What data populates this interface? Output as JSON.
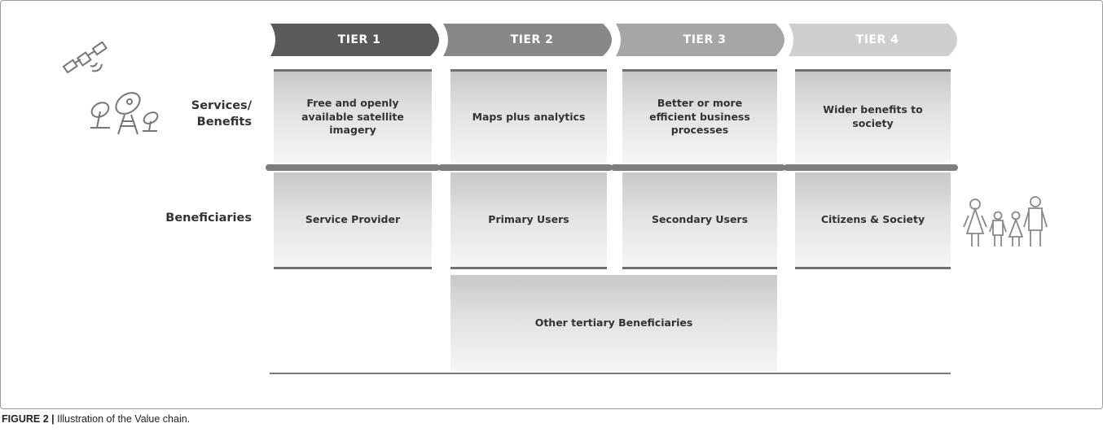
{
  "tiers": [
    "TIER 1",
    "TIER 2",
    "TIER 3",
    "TIER 4"
  ],
  "tier_colors": [
    "#5a5a5a",
    "#888888",
    "#a6a6a6",
    "#cfcfcf"
  ],
  "row_labels": {
    "services": "Services/ Benefits",
    "beneficiaries": "Beneficiaries"
  },
  "services": [
    "Free and openly available satellite imagery",
    "Maps plus analytics",
    "Better or more efficient business processes",
    "Wider benefits to society"
  ],
  "beneficiaries": [
    "Service Provider",
    "Primary Users",
    "Secondary Users",
    "Citizens & Society"
  ],
  "tertiary": "Other tertiary Beneficiaries",
  "caption": {
    "label": "FIGURE 2 |",
    "text": " Illustration of the Value chain."
  },
  "icons": [
    "satellite-icon",
    "satellite-dish-icon",
    "family-icon"
  ]
}
